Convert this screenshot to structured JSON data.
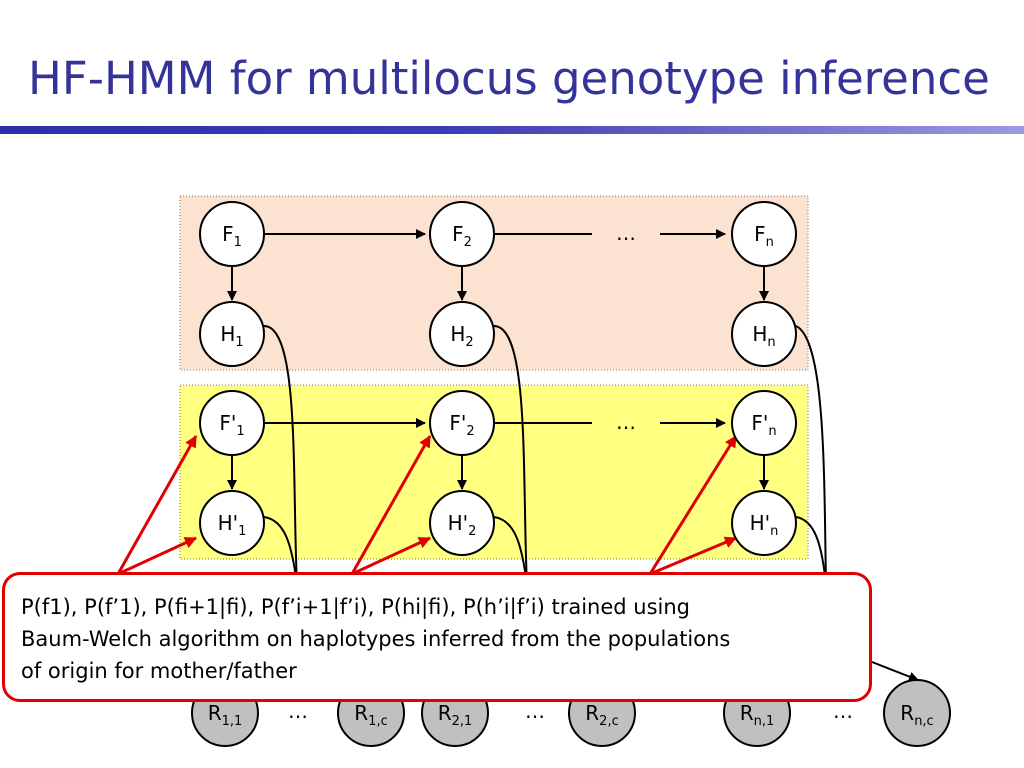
{
  "title": "HF-HMM for multilocus genotype inference",
  "colors": {
    "title": "#333399",
    "founder_box": "#fce2d0",
    "founder_prime_box": "#ffff80",
    "observed_node": "#c0c0c0",
    "callout_border": "#e00000"
  },
  "nodes": {
    "F1": {
      "base": "F",
      "sub": "1"
    },
    "F2": {
      "base": "F",
      "sub": "2"
    },
    "Fn": {
      "base": "F",
      "sub": "n"
    },
    "H1": {
      "base": "H",
      "sub": "1"
    },
    "H2": {
      "base": "H",
      "sub": "2"
    },
    "Hn": {
      "base": "H",
      "sub": "n"
    },
    "Fp1": {
      "base": "F'",
      "sub": "1"
    },
    "Fp2": {
      "base": "F'",
      "sub": "2"
    },
    "Fpn": {
      "base": "F'",
      "sub": "n"
    },
    "Hp1": {
      "base": "H'",
      "sub": "1"
    },
    "Hp2": {
      "base": "H'",
      "sub": "2"
    },
    "Hpn": {
      "base": "H'",
      "sub": "n"
    },
    "R11": {
      "base": "R",
      "sub": "1,1"
    },
    "R1c": {
      "base": "R",
      "sub": "1,c"
    },
    "R21": {
      "base": "R",
      "sub": "2,1"
    },
    "R2c": {
      "base": "R",
      "sub": "2,c"
    },
    "Rn1": {
      "base": "R",
      "sub": "n,1"
    },
    "Rnc": {
      "base": "R",
      "sub": "n,c"
    }
  },
  "ellipsis": "…",
  "callout": {
    "lines": [
      "P(f1), P(f’1), P(fi+1|fi), P(f’i+1|f’i), P(hi|fi), P(h’i|f’i) trained using",
      "Baum-Welch algorithm on haplotypes inferred from the populations",
      "of origin for mother/father"
    ]
  }
}
